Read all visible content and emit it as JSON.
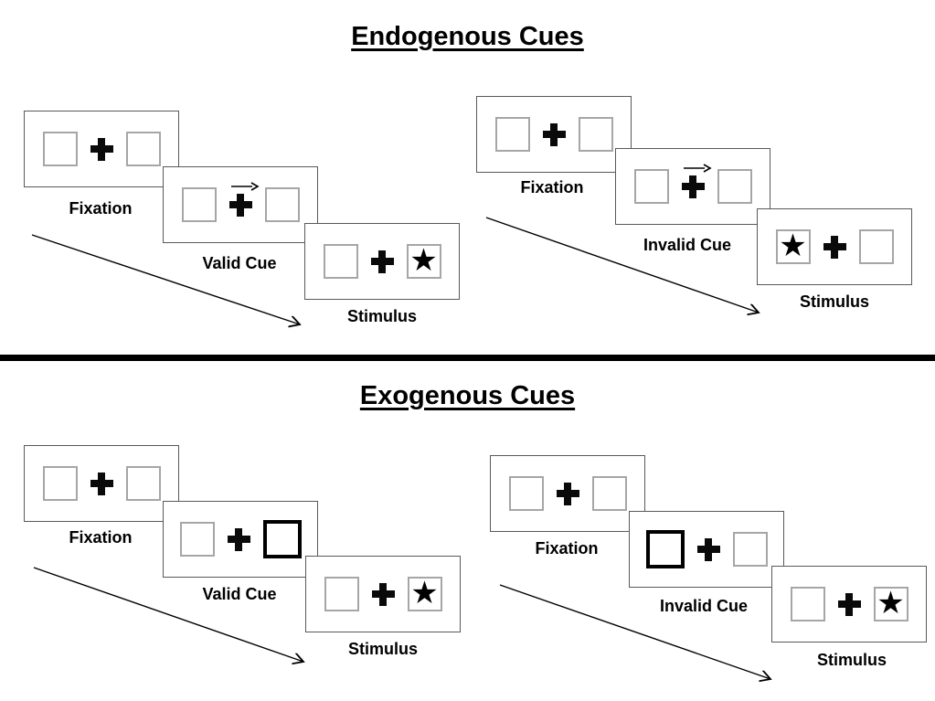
{
  "diagram": {
    "kind": "posner-cueing-paradigm",
    "background": "#ffffff"
  },
  "colors": {
    "placeholder_box_border": "#a6a6a6",
    "panel_border": "#595959",
    "cue_highlight_border": "#000000",
    "text": "#000000",
    "divider": "#000000"
  },
  "icons": {
    "star": "★",
    "fixation_cross": "heavy-plus-cross",
    "cue_arrow": "thin-right-arrow"
  },
  "sections": [
    {
      "id": "endogenous",
      "title": "Endogenous Cues",
      "trials": [
        {
          "name": "valid",
          "labels": {
            "fixation": "Fixation",
            "cue": "Valid Cue",
            "stimulus": "Stimulus"
          },
          "cue": {
            "type": "central-arrow",
            "direction": "right"
          },
          "stimulus_side": "right"
        },
        {
          "name": "invalid",
          "labels": {
            "fixation": "Fixation",
            "cue": "Invalid Cue",
            "stimulus": "Stimulus"
          },
          "cue": {
            "type": "central-arrow",
            "direction": "right"
          },
          "stimulus_side": "left"
        }
      ]
    },
    {
      "id": "exogenous",
      "title": "Exogenous Cues",
      "trials": [
        {
          "name": "valid",
          "labels": {
            "fixation": "Fixation",
            "cue": "Valid Cue",
            "stimulus": "Stimulus"
          },
          "cue": {
            "type": "peripheral-box",
            "side": "right"
          },
          "stimulus_side": "right"
        },
        {
          "name": "invalid",
          "labels": {
            "fixation": "Fixation",
            "cue": "Invalid Cue",
            "stimulus": "Stimulus"
          },
          "cue": {
            "type": "peripheral-box",
            "side": "left"
          },
          "stimulus_side": "right"
        }
      ]
    }
  ]
}
